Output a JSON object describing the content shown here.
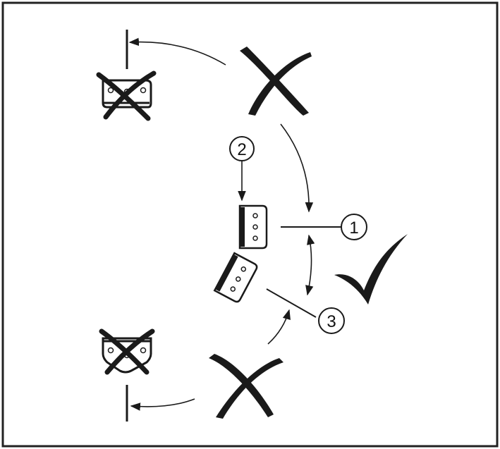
{
  "callouts": [
    {
      "id": "1",
      "label": "1"
    },
    {
      "id": "2",
      "label": "2"
    },
    {
      "id": "3",
      "label": "3"
    }
  ],
  "icons": [
    "wrong-position-cross-icon",
    "correct-position-check-icon",
    "pad-block-icon",
    "crossed-out-pad-icon"
  ],
  "colors": {
    "ink": "#1a1a1a",
    "frame": "#222222",
    "background": "#ffffff"
  }
}
